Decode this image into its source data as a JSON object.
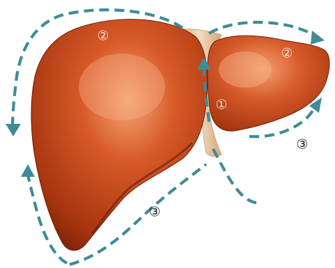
{
  "labels": {
    "ligament": "①",
    "right_lobe": "②",
    "left_lobe": "②",
    "lower_right": "③",
    "lower_left": "③"
  },
  "colors": {
    "liver_dark": "#8a2a0e",
    "liver_mid": "#c2461c",
    "liver_light": "#f4a070",
    "ligament": "#e9c9a4",
    "arrow": "#3d8c98"
  }
}
